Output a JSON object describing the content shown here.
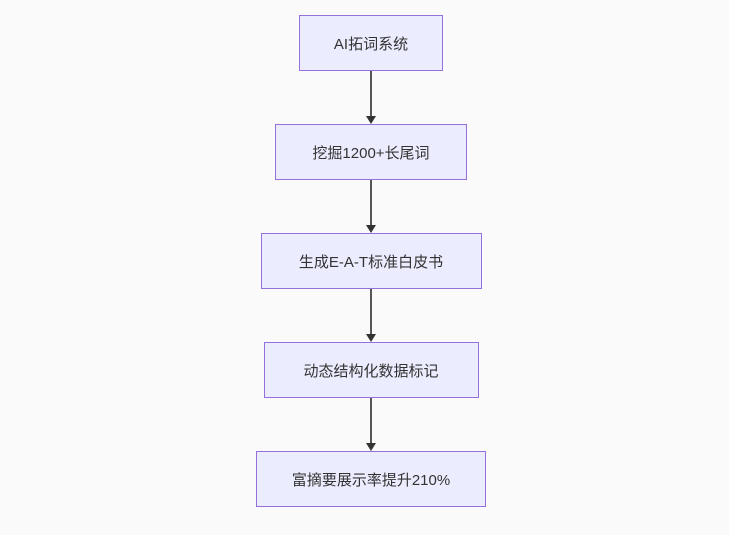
{
  "diagram": {
    "type": "flowchart",
    "direction": "top-down",
    "nodes": [
      {
        "id": "n0",
        "label": "AI拓词系统"
      },
      {
        "id": "n1",
        "label": "挖掘1200+长尾词"
      },
      {
        "id": "n2",
        "label": "生成E-A-T标准白皮书"
      },
      {
        "id": "n3",
        "label": "动态结构化数据标记"
      },
      {
        "id": "n4",
        "label": "富摘要展示率提升210%"
      }
    ],
    "edges": [
      {
        "from": "n0",
        "to": "n1"
      },
      {
        "from": "n1",
        "to": "n2"
      },
      {
        "from": "n2",
        "to": "n3"
      },
      {
        "from": "n3",
        "to": "n4"
      }
    ],
    "colors": {
      "node_fill": "#ececff",
      "node_border": "#9370db",
      "node_text": "#333333",
      "edge_line": "#555555",
      "edge_arrow": "#333333",
      "canvas_background": "#fafafa"
    }
  }
}
